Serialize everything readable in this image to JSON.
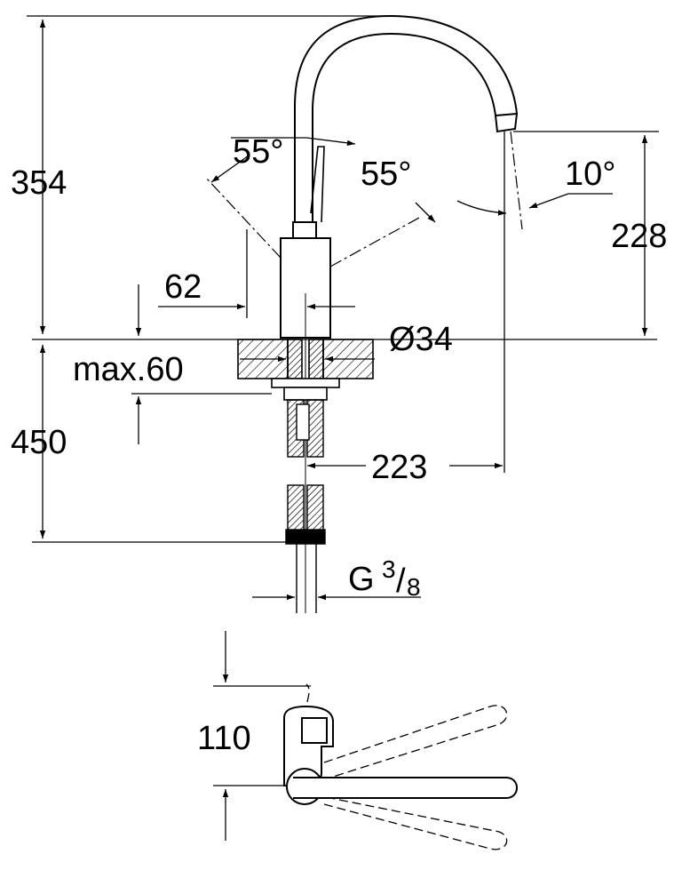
{
  "dimensions": {
    "overall_height": "354",
    "spout_height": "228",
    "lever_angle_left": "55°",
    "lever_angle_right": "55°",
    "spout_angle": "10°",
    "lever_clearance": "62",
    "max_deck_thickness": "max.60",
    "hole_diameter": "Ø34",
    "hose_length": "450",
    "spout_reach": "223",
    "connection_thread_prefix": "G",
    "connection_thread_num": "3",
    "connection_thread_den": "8",
    "lever_offset": "110"
  }
}
